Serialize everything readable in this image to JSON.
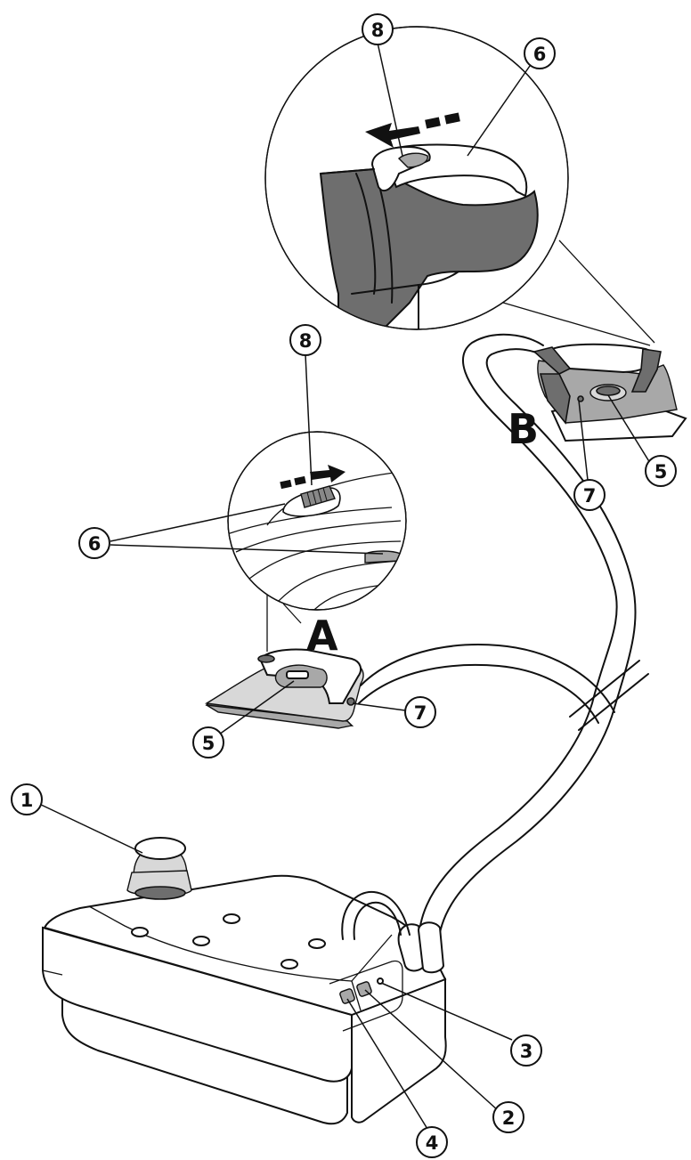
{
  "labels": {
    "letter_a": "A",
    "letter_b": "B"
  },
  "callouts": {
    "c1": "1",
    "c2": "2",
    "c3": "3",
    "c4": "4",
    "c5a": "5",
    "c5b": "5",
    "c6a": "6",
    "c6b": "6",
    "c7a": "7",
    "c7b": "7",
    "c8a": "8",
    "c8b": "8"
  }
}
